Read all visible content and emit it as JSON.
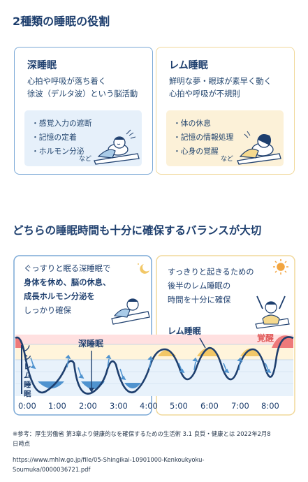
{
  "section1": {
    "title": "2種類の睡眠の役割"
  },
  "deep_card": {
    "title": "深睡眠",
    "desc_line1": "心拍や呼吸が落ち着く",
    "desc_line2": "徐波（デルタ波）という脳活動",
    "items": [
      "感覚入力の遮断",
      "記憶の定着",
      "ホルモン分泌"
    ],
    "etc": "など"
  },
  "rem_card": {
    "title": "レム睡眠",
    "desc_line1": "鮮明な夢・眼球が素早く動く",
    "desc_line2": "心拍や呼吸が不規則",
    "items": [
      "体の休息",
      "記憶の情報処理",
      "心身の覚醒"
    ],
    "etc": "など"
  },
  "section2": {
    "title": "どちらの睡眠時間も十分に確保するバランスが大切"
  },
  "left_caption": {
    "line1": "ぐっすりと眠る深睡眠で",
    "line2": "身体を休め、脳の休息、",
    "line3": "成長ホルモン分泌を",
    "line4": "しっかり確保"
  },
  "right_caption": {
    "line1": "すっきりと起きるための",
    "line2": "後半のレム睡眠の",
    "line3": "時間を十分に確保"
  },
  "labels": {
    "deep": "深睡眠",
    "rem": "レム睡眠",
    "awake": "覚醒",
    "non_rem": [
      "ノ",
      "ン",
      "レ",
      "ム",
      "睡",
      "眠"
    ]
  },
  "time_ticks": [
    "0:00",
    "1:00",
    "2:00",
    "3:00",
    "4:00",
    "5:00",
    "6:00",
    "7:00",
    "8:00"
  ],
  "colors": {
    "deep_blue": "#4f93cf",
    "rem_yellow": "#f2c766",
    "awake_red": "#ee7a7a",
    "frame_blue": "#7aa8d6",
    "frame_yellow": "#f1d89a"
  },
  "footer": {
    "line1": "※参考：厚生労働省 第3章より健康的なを確保するための生活術 3.1 良質・健康とは 2022年2月8",
    "line2": "日時点",
    "line3": "https://www.mhlw.go.jp/file/05-Shingikai-10901000-Kenkoukyoku-",
    "line4": "Soumuka/0000036721.pdf"
  }
}
